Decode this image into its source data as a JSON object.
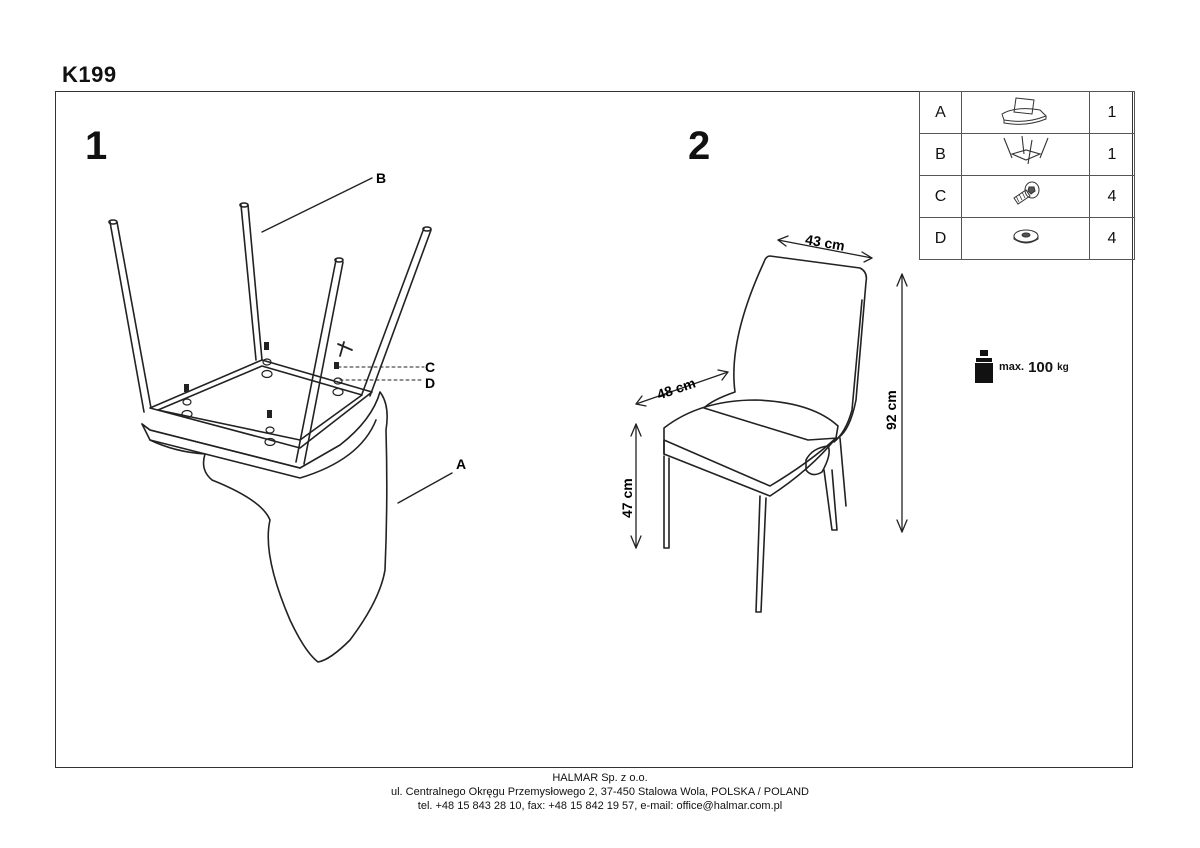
{
  "model": "K199",
  "steps": [
    "1",
    "2"
  ],
  "callouts": {
    "a": "A",
    "b": "B",
    "c": "C",
    "d": "D"
  },
  "dimensions": {
    "width": "43 cm",
    "depth": "48 cm",
    "height": "92 cm",
    "seat_height": "47 cm"
  },
  "max_load": {
    "label": "max.",
    "value": "100",
    "unit": "kg"
  },
  "parts": [
    {
      "letter": "A",
      "icon": "seat-icon",
      "qty": "1"
    },
    {
      "letter": "B",
      "icon": "leg-frame-icon",
      "qty": "1"
    },
    {
      "letter": "C",
      "icon": "bolt-icon",
      "qty": "4"
    },
    {
      "letter": "D",
      "icon": "washer-icon",
      "qty": "4"
    }
  ],
  "footer": {
    "line1": "HALMAR Sp. z o.o.",
    "line2": "ul. Centralnego Okręgu Przemysłowego 2, 37-450 Stalowa Wola, POLSKA / POLAND",
    "line3": "tel. +48 15 843 28 10, fax: +48 15 842 19 57, e-mail: office@halmar.com.pl"
  }
}
